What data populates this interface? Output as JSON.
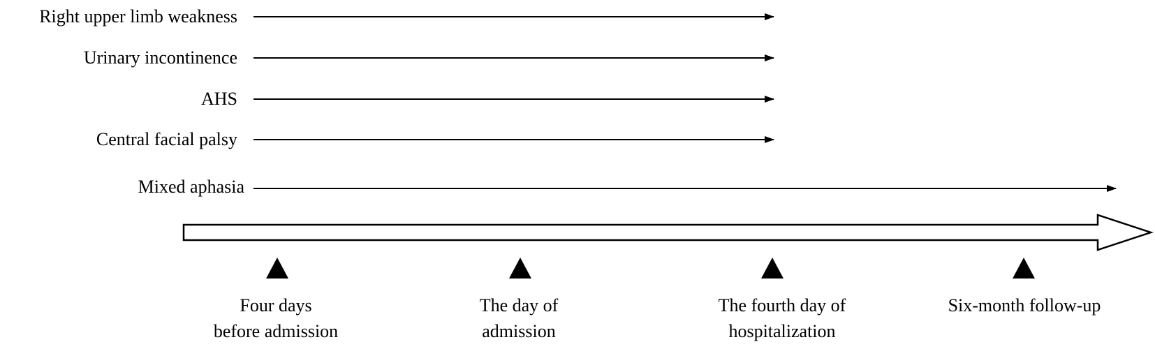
{
  "symptoms": [
    {
      "label": "Right upper limb weakness",
      "until": "The fourth day of hospitalization"
    },
    {
      "label": "Urinary incontinence",
      "until": "The fourth day of hospitalization"
    },
    {
      "label": "AHS",
      "until": "The fourth day of hospitalization"
    },
    {
      "label": "Central facial palsy",
      "until": "The fourth day of hospitalization"
    },
    {
      "label": "Mixed aphasia",
      "until": "Six-month follow-up"
    }
  ],
  "timepoints": [
    {
      "line1": "Four days",
      "line2": "before admission"
    },
    {
      "line1": "The day of",
      "line2": "admission"
    },
    {
      "line1": "The fourth day of",
      "line2": "hospitalization"
    },
    {
      "line1": "Six-month follow-up",
      "line2": ""
    }
  ]
}
